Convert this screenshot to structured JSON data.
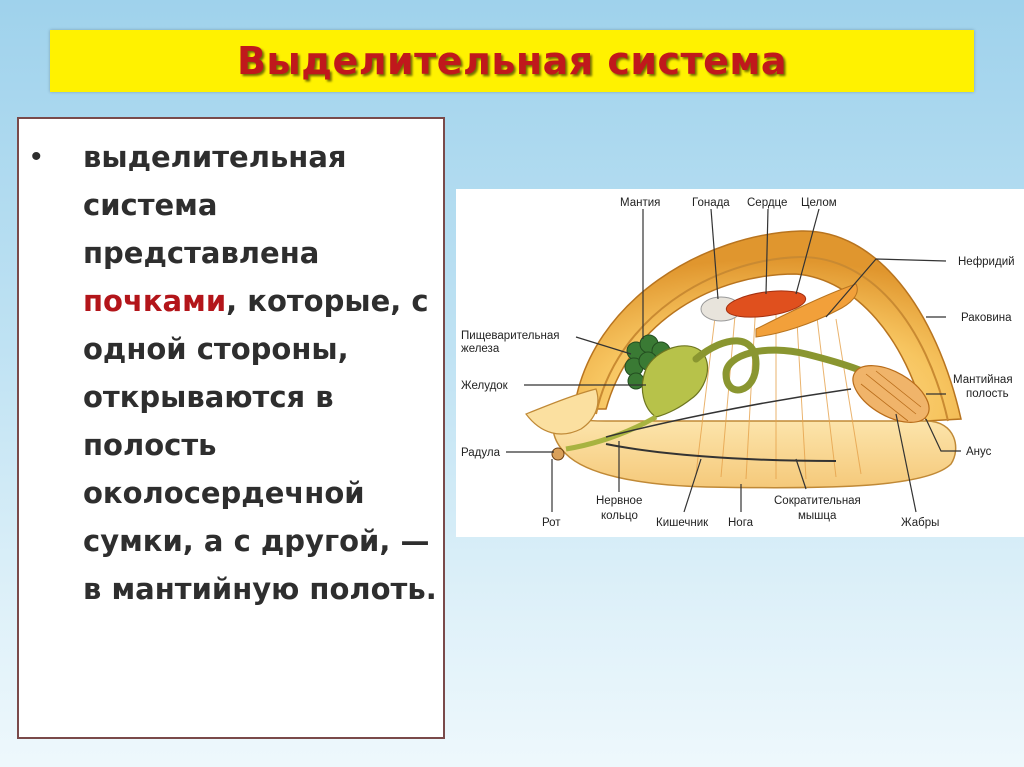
{
  "slide": {
    "title": "Выделительная система",
    "bullet_symbol": "•",
    "text": {
      "before": " выделительная система представлена ",
      "highlight": "почками",
      "after": ", которые, с одной стороны, открываются в полость околосердечной сумки, а с другой, — в мантийную полоть."
    },
    "colors": {
      "title_bar": "#fff200",
      "title_text": "#c0181c",
      "highlight_text": "#b3151a",
      "text_box_border": "#7a4a4a"
    }
  },
  "diagram": {
    "labels": {
      "mantle": "Мантия",
      "gonad": "Гонада",
      "heart": "Сердце",
      "coelom": "Целом",
      "nephridium": "Нефридий",
      "shell": "Раковина",
      "digestive_gland_1": "Пищеварительная",
      "digestive_gland_2": "железа",
      "stomach": "Желудок",
      "mantle_cavity_1": "Мантийная",
      "mantle_cavity_2": "полость",
      "radula": "Радула",
      "anus": "Анус",
      "mouth": "Рот",
      "nerve_ring_1": "Нервное",
      "nerve_ring_2": "кольцо",
      "intestine": "Кишечник",
      "foot": "Нога",
      "retractor_1": "Сократительная",
      "retractor_2": "мышца",
      "gills": "Жабры"
    }
  }
}
